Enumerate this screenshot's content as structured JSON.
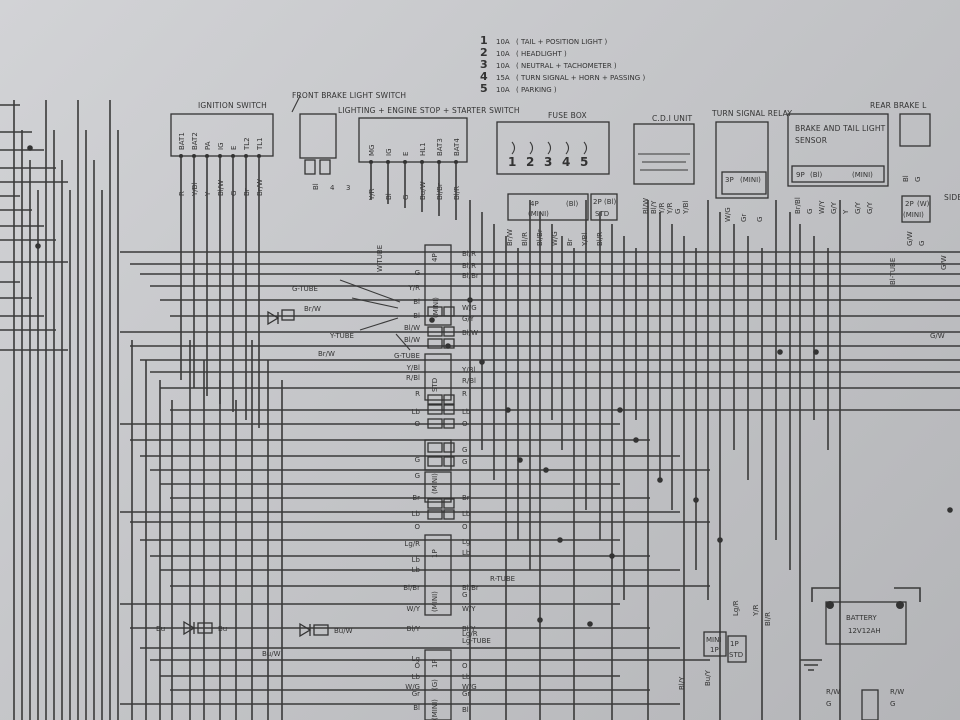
{
  "fuse_legend": [
    {
      "num": "1",
      "rating": "10A",
      "desc": "( TAIL + POSITION LIGHT )"
    },
    {
      "num": "2",
      "rating": "10A",
      "desc": "( HEADLIGHT )"
    },
    {
      "num": "3",
      "rating": "10A",
      "desc": "( NEUTRAL + TACHOMETER )"
    },
    {
      "num": "4",
      "rating": "15A",
      "desc": "( TURN SIGNAL + HORN + PASSING )"
    },
    {
      "num": "5",
      "rating": "10A",
      "desc": "( PARKING )"
    }
  ],
  "components": {
    "ignition_switch": "IGNITION SWITCH",
    "front_brake_switch": "FRONT BRAKE LIGHT SWITCH",
    "lighting_switch": "LIGHTING + ENGINE STOP + STARTER SWITCH",
    "fuse_box": "FUSE BOX",
    "cdi_unit": "C.D.I UNIT",
    "turn_signal_relay": "TURN SIGNAL RELAY",
    "brake_tail_sensor_l1": "BRAKE AND TAIL LIGHT",
    "brake_tail_sensor_l2": "SENSOR",
    "rear_brake": "REAR BRAKE L",
    "side": "SIDE",
    "battery_l1": "BATTERY",
    "battery_l2": "12V12AH"
  },
  "ignition_pins": [
    "BAT1",
    "BAT2",
    "PA",
    "IG",
    "E",
    "TL2",
    "TL1"
  ],
  "ignition_wires": [
    "R",
    "Y/Bl",
    "Y",
    "Bl/W",
    "G",
    "Br",
    "Br/W"
  ],
  "lighting_pins": [
    "MG",
    "IG",
    "E",
    "HL1",
    "BAT3",
    "BAT4"
  ],
  "lighting_wires": [
    "Y/R",
    "Bl",
    "G",
    "Bu/W",
    "Bl/Br",
    "Bl/R"
  ],
  "front_brake_wires": [
    "Bl",
    "4",
    "3"
  ],
  "fuse_numbers": [
    "1",
    "2",
    "3",
    "4",
    "5"
  ],
  "connector_labels": {
    "fuse_4p": "4P",
    "fuse_4p_type": "(Bl)",
    "fuse_mini": "(MINI)",
    "fuse_2p": "2P",
    "fuse_2p_type": "(Bl)",
    "fuse_std": "STD",
    "turn_3p": "3P",
    "turn_mini": "(MINI)",
    "brake_9p": "9P",
    "brake_9p_type": "(Bl)",
    "brake_mini": "(MINI)",
    "mini_1p": "MINI",
    "one_p": "1P",
    "one_p_b": "1P",
    "std": "STD",
    "side_2p": "2P",
    "side_w": "(W)",
    "side_mini": "(MINI)"
  },
  "fuse_box_wires": [
    "Br/W",
    "Bl/R",
    "Bl/Br",
    "W/G",
    "Br",
    "Y/Bl",
    "Bl/R"
  ],
  "cdi_wires": [
    "Bl/W",
    "Bl/Y",
    "Y/R",
    "Y/R",
    "G",
    "Y/Bl"
  ],
  "turn_relay_wires": [
    "W/G",
    "Gr",
    "G"
  ],
  "brake_sensor_wires": [
    "Br/Bl",
    "G",
    "W/Y",
    "G/Y",
    "Y",
    "G/Y",
    "G/Y"
  ],
  "rear_brake_wires": [
    "Bl",
    "G"
  ],
  "side_wires": [
    "G/W",
    "G",
    "G/W"
  ],
  "tube_labels": {
    "w_tube": "W-TUBE",
    "g_tube": "G-TUBE",
    "y_tube": "Y-TUBE",
    "g_tube_b": "G-TUBE",
    "r_tube": "R-TUBE",
    "lg_tube": "Lg-TUBE",
    "bl_tube": "Bl-TUBE"
  },
  "left_wire_labels": [
    "Br/W",
    "Br/W",
    "Bu",
    "Bu/W"
  ],
  "center_left_labels": [
    "G",
    "Y/R",
    "Bl",
    "Bl",
    "Bl/W",
    "Bl/W",
    "Y/Bl",
    "R/Bl",
    "R",
    "Lb",
    "O",
    "G",
    "G",
    "Br",
    "Lb",
    "O",
    "Lg/R",
    "Lb",
    "Lb",
    "Bl/Br",
    "W/Y",
    "Bl/Y",
    "Lg",
    "O",
    "Lb",
    "W/G",
    "Gr",
    "Bl"
  ],
  "center_right_labels": [
    "Bl/R",
    "Bl/R",
    "Bl/Br",
    "W/G",
    "G/Y",
    "Bl/W",
    "Y/Bl",
    "R/Bl",
    "R",
    "Lb",
    "O",
    "G",
    "G",
    "Br",
    "Lb",
    "O",
    "Lg",
    "Lb",
    "Bl/Br",
    "G",
    "W/Y",
    "Bl/Y",
    "Lg/R",
    "O",
    "Lb",
    "W/G",
    "Gr",
    "Bl"
  ],
  "bottom_right_labels": [
    "Bl/Y",
    "Bu/Y",
    "Lg/R",
    "Y/R",
    "Bl/R",
    "R/W",
    "G",
    "R/W",
    "G"
  ],
  "bu_w_label": "Bu/W",
  "mini_label": "(MINI)",
  "g_label": "(G)"
}
